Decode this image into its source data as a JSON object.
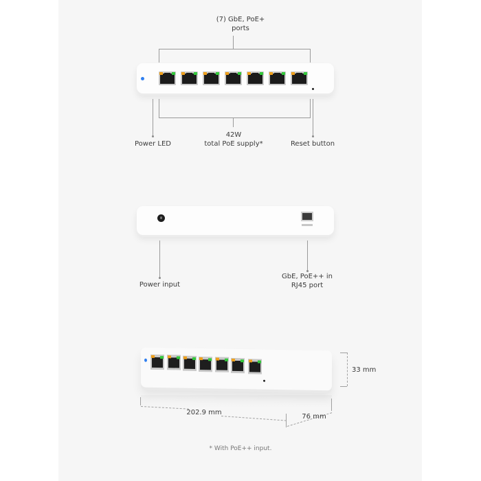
{
  "diagram": {
    "front_view": {
      "callouts": {
        "ports": "(7) GbE, PoE+",
        "ports_line2": "ports",
        "power_led": "Power LED",
        "poe_budget": "42W",
        "poe_budget_line2": "total PoE supply*",
        "reset": "Reset button"
      },
      "port_count": 7
    },
    "rear_view": {
      "callouts": {
        "power_input": "Power input",
        "uplink": "GbE, PoE++ in",
        "uplink_line2": "RJ45 port"
      }
    },
    "dimensions": {
      "height": "33 mm",
      "width": "202.9 mm",
      "depth": "76 mm"
    },
    "footnote": "* With PoE++ input."
  },
  "colors": {
    "panel_bg": "#f6f6f6",
    "led_blue": "#2f7ff0",
    "port_amber": "#f0a11c",
    "port_green": "#35c93d"
  }
}
